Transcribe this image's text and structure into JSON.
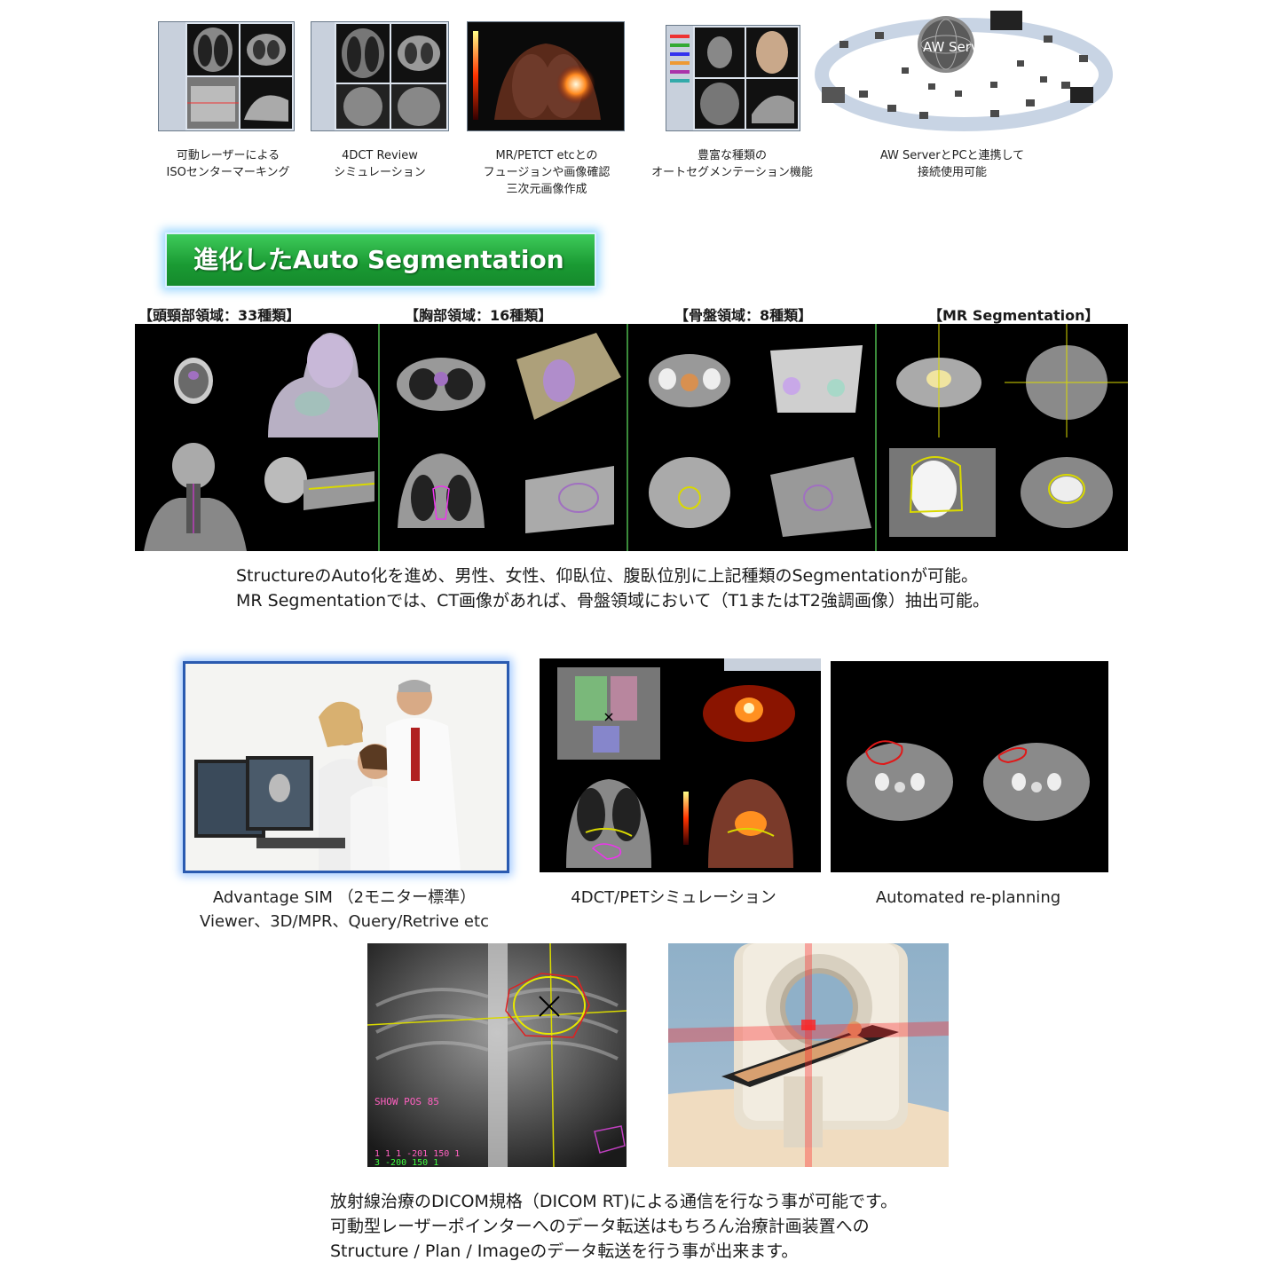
{
  "top_features": [
    {
      "lines": [
        "可動レーザーによる",
        "ISOセンターマーキング"
      ],
      "icon": "laser-marking-screenshot"
    },
    {
      "lines": [
        "4DCT Review",
        "シミュレーション"
      ],
      "icon": "4dct-review-screenshot"
    },
    {
      "lines": [
        "MR/PETCT etcとの",
        "フュージョンや画像確認",
        "三次元画像作成"
      ],
      "icon": "fusion-screenshot"
    },
    {
      "lines": [
        "豊富な種類の",
        "オートセグメンテーション機能"
      ],
      "icon": "auto-segmentation-screenshot"
    },
    {
      "lines": [
        "AW ServerとPCと連携して",
        "接続使用可能"
      ],
      "icon": "aw-server-network-diagram"
    }
  ],
  "aw_server_label": "AW Server",
  "banner": {
    "title": "進化したAuto  Segmentation",
    "color": "#1a9a33"
  },
  "segmentation_regions": [
    {
      "label": "【頭頸部領域：33種類】"
    },
    {
      "label": "【胸部領域：16種類】"
    },
    {
      "label": "【骨盤領域：8種類】"
    },
    {
      "label": "【MR  Segmentation】"
    }
  ],
  "segmentation_text": [
    "StructureのAuto化を進め、男性、女性、仰臥位、腹臥位別に上記種類のSegmentationが可能。",
    "MR Segmentationでは、CT画像があれば、骨盤領域において（T1またはT2強調画像）抽出可能。"
  ],
  "middle_items": [
    {
      "lines": [
        "Advantage SIM （2モニター標準）",
        "Viewer、3D/MPR、Query/Retrive  etc"
      ]
    },
    {
      "lines": [
        "4DCT/PETシミュレーション"
      ]
    },
    {
      "lines": [
        "Automated re-planning"
      ]
    }
  ],
  "drr_overlay": {
    "label": "SHOW POS 85",
    "readout": [
      "1 1 1 -201 150 1",
      "3 -200 150 1"
    ]
  },
  "bottom_text": [
    "放射線治療のDICOM規格（DICOM RT)による通信を行なう事が可能です。",
    "可動型レーザーポインターへのデータ転送はもちろん治療計画装置への",
    "Structure / Plan / Imageのデータ転送を行う事が出来ます。"
  ]
}
